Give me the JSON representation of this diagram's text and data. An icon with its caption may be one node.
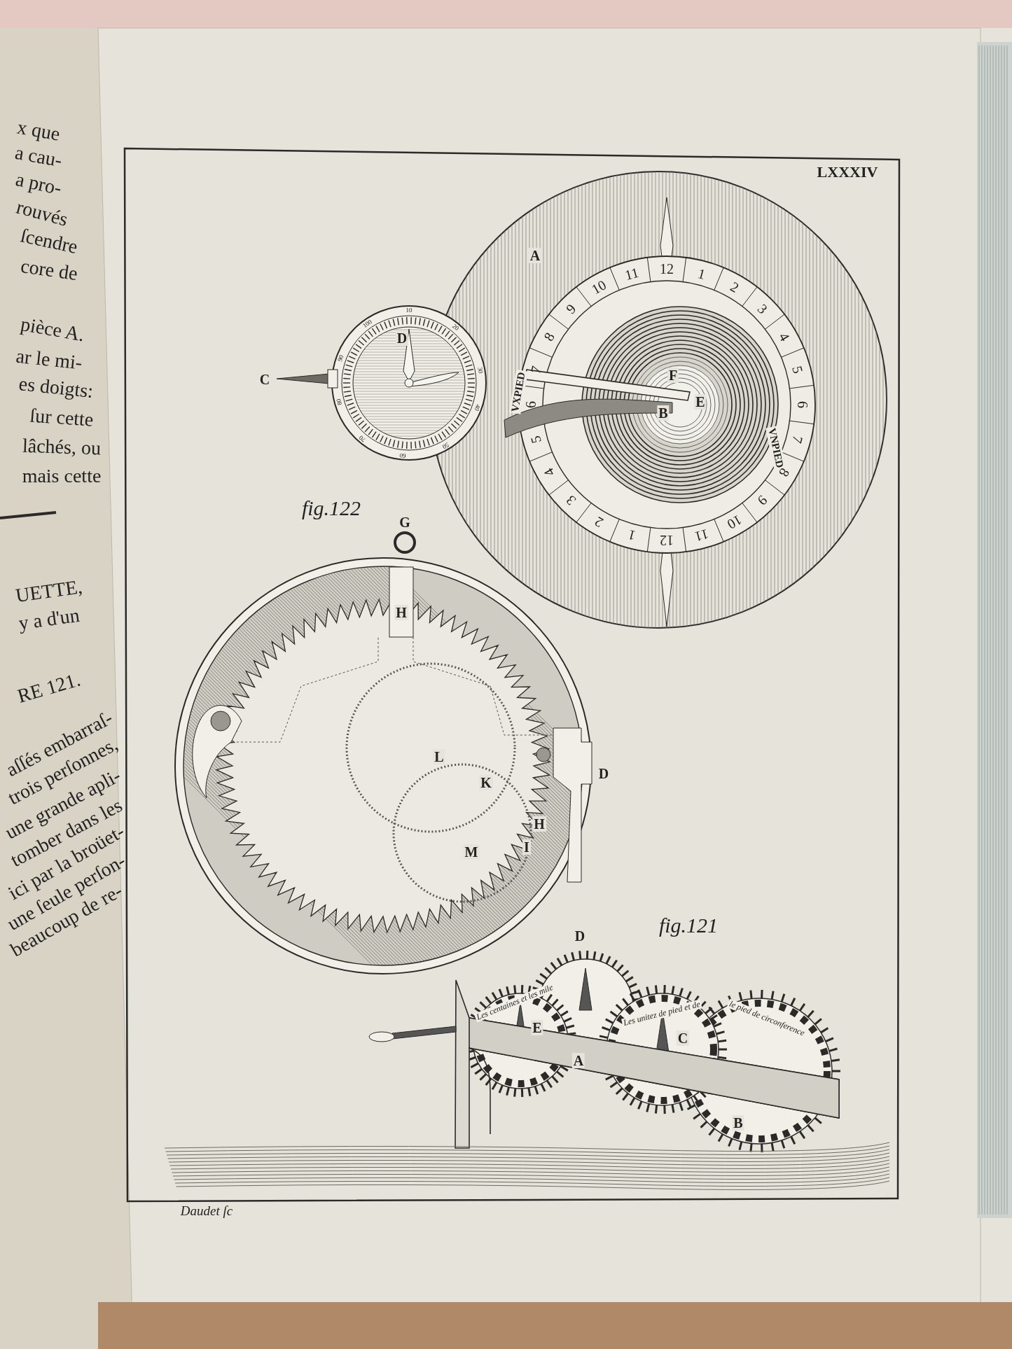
{
  "diagram": {
    "labels": [
      "x que",
      "a cau-",
      "a pro-",
      "rouvés",
      "ſcendre",
      "core de",
      "pièce A.",
      "ar le mi-",
      "es doigts:",
      "ſur cette",
      "lâchés, ou",
      "mais cette",
      "UETTE,",
      "y a d'un",
      "RE 121.",
      "aſſés embarraſ-",
      "trois perſonnes,",
      "une grande apli-",
      "tomber dans les",
      "ici par la broüet-",
      "une ſeule perſon-",
      "beaucoup de re-",
      "LXXXIV",
      "A",
      "D",
      "C",
      "F",
      "B",
      "E",
      "VXPIED",
      "VNPIED",
      "fig.122",
      "12",
      "1",
      "2",
      "3",
      "4",
      "5",
      "6",
      "7",
      "8",
      "9",
      "10",
      "11",
      "12",
      "1",
      "2",
      "3",
      "4",
      "5",
      "6",
      "7",
      "8",
      "9",
      "10",
      "11",
      "10",
      "20",
      "30",
      "40",
      "50",
      "60",
      "70",
      "80",
      "90",
      "100",
      "G",
      "H",
      "L",
      "K",
      "D",
      "H",
      "I",
      "M",
      "fig.121",
      "D",
      "Les centaines et les mile",
      "Les unitez de pied et de",
      "le pied de circonference",
      "E",
      "C",
      "A",
      "B",
      "Daudet ſc"
    ]
  }
}
